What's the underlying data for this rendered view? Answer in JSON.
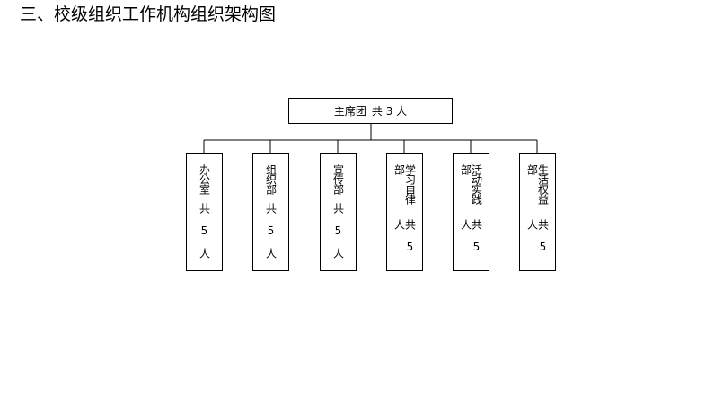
{
  "heading": "三、校级组织工作机构组织架构图",
  "top_unit": {
    "name": "主席团",
    "count": "共 3 人"
  },
  "departments": [
    {
      "name": "办公室",
      "count": "共 5 人"
    },
    {
      "name": "组织部",
      "count": "共 5 人"
    },
    {
      "name": "宣传部",
      "count": "共 5 人"
    },
    {
      "name": "学习自律部",
      "count": "共 5 人"
    },
    {
      "name": "活动实践部",
      "count": "共 5 人"
    },
    {
      "name": "生活权益部",
      "count": "共 5 人"
    }
  ]
}
